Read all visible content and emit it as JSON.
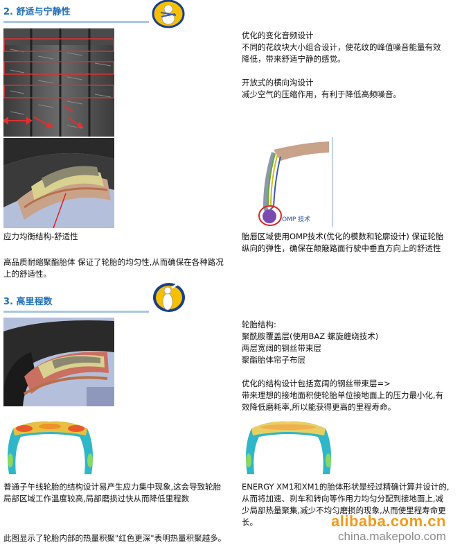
{
  "section2": {
    "title": "2. 舒适与宁静性",
    "right_text": {
      "h1": "优化的变化音频设计",
      "p1": "不同的花纹块大小组合设计，使花纹的峰值噪音能量有效",
      "p1b": "降低，带来舒适宁静的感觉。",
      "h2": "开放式的横向沟设计",
      "p2": "减少空气的压缩作用，有利于降低高频噪音。"
    },
    "omp_label": "OMP 技术",
    "caption_left": "应力均衡结构-舒适性",
    "caption_right_1": "胎唇区域使用OMP技术(优化的模数和轮廓设计) 保证轮胎",
    "caption_right_2": "纵向的弹性，确保在颠簸路面行驶中垂直方向上的舒适性",
    "body_1": "高品质耐缩聚酯胎体 保证了轮胎的均匀性,从而确保在各种路况",
    "body_2": "上的舒适性。"
  },
  "section3": {
    "title": "3. 高里程数",
    "structure": {
      "h": "轮胎结构:",
      "l1": "聚酰胺覆盖层(使用BAZ 螺旋缠绕技术)",
      "l2": "两层宽阔的钢丝带束层",
      "l3": "聚酯胎体帘子布层",
      "p1": "优化的结构设计包括宽阔的钢丝带束层=>",
      "p2": "带来理想的接地面积使轮胎单位接地面上的压力最小化,有",
      "p3": "效降低磨耗率,所以能获得更高的里程寿命。"
    },
    "left_caption_1": "普通子午线轮胎的结构设计易产生应力集中现象,这会导致轮胎",
    "left_caption_2": "局部区域工作温度较高,局部磨损过快从而降低里程数",
    "right_caption_1": "ENERGY XM1和XM1的胎体形状是经过精确计算并设计的,",
    "right_caption_2": "从而将加速、刹车和转向等作用力均匀分配到接地面上,减",
    "right_caption_3": "少局部热量聚集,减少不均匀磨损的现象,从而使里程寿命更",
    "right_caption_4": "长。",
    "footnote": "此图显示了轮胎内部的热量积聚\"红色更深\"表明热量积聚越多。"
  },
  "watermark": {
    "line1": "alibaba.com.cn",
    "line2": "china.makepolo.com"
  },
  "colors": {
    "title_blue": "#1f6fb8",
    "rule_blue": "#a8c6e6",
    "watermark_orange": "#f29a1c",
    "watermark_gray": "#8a8a8a"
  }
}
